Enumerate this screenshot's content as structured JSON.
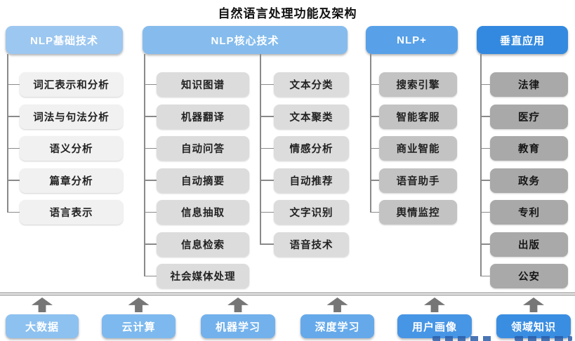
{
  "title": "自然语言处理功能及架构",
  "columns": [
    {
      "header": "NLP基础技术",
      "groups": [
        [
          "词汇表示和分析",
          "词法与句法分析",
          "语义分析",
          "篇章分析",
          "语言表示"
        ]
      ]
    },
    {
      "header": "NLP核心技术",
      "groups": [
        [
          "知识图谱",
          "机器翻译",
          "自动问答",
          "自动摘要",
          "信息抽取",
          "信息检索",
          "社会媒体处理"
        ],
        [
          "文本分类",
          "文本聚类",
          "情感分析",
          "自动推荐",
          "文字识别",
          "语音技术"
        ]
      ]
    },
    {
      "header": "NLP+",
      "groups": [
        [
          "搜索引擎",
          "智能客服",
          "商业智能",
          "语音助手",
          "舆情监控"
        ]
      ]
    },
    {
      "header": "垂直应用",
      "groups": [
        [
          "法律",
          "医疗",
          "教育",
          "政务",
          "专利",
          "出版",
          "公安"
        ]
      ]
    }
  ],
  "foundation": [
    "大数据",
    "云计算",
    "机器学习",
    "深度学习",
    "用户画像",
    "领域知识"
  ],
  "colors": {
    "header_basic": "#9cc7f0",
    "header_core": "#85bced",
    "header_nlp_plus": "#58a1e8",
    "header_vertical": "#3389df",
    "box_level1": "#f1f1f1",
    "box_level2": "#dcdcdc",
    "box_level3": "#c3c3c3",
    "box_level4": "#a9a9a9",
    "foundation_colors": [
      "#8dc1f0",
      "#7db9ee",
      "#72b1ec",
      "#65a9ea",
      "#4795e5",
      "#3a8ee2"
    ],
    "connector": "#8a8a8a",
    "arrow": "#767676"
  }
}
